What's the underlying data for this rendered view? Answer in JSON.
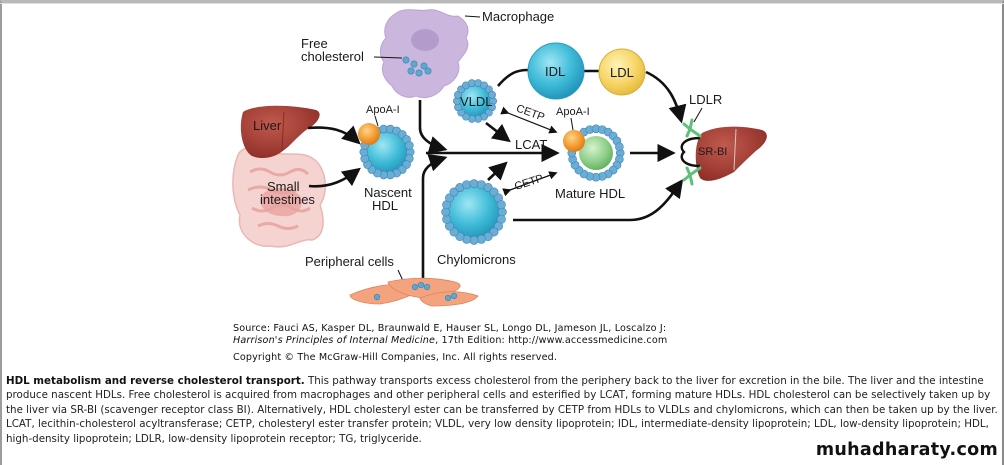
{
  "figure": {
    "title": "HDL metabolism and reverse cholesterol transport",
    "labels": {
      "macrophage": "Macrophage",
      "free_cholesterol_line1": "Free",
      "free_cholesterol_line2": "cholesterol",
      "liver": "Liver",
      "small_intestines_line1": "Small",
      "small_intestines_line2": "intestines",
      "apoa1_nascent": "ApoA-I",
      "nascent_hdl_line1": "Nascent",
      "nascent_hdl_line2": "HDL",
      "vldl": "VLDL",
      "idl": "IDL",
      "ldl": "LDL",
      "ldlr": "LDLR",
      "srbi": "SR-BI",
      "cetp_top": "CETP",
      "cetp_bottom": "CETP",
      "lcat": "LCAT",
      "apoa1_mature": "ApoA-I",
      "mature_hdl": "Mature HDL",
      "chylomicrons": "Chylomicrons",
      "peripheral_cells": "Peripheral cells"
    },
    "colors": {
      "lipoprotein_cyan": "#3fbcd8",
      "lipoprotein_border": "#5d9fc9",
      "ldl_yellow": "#f6d565",
      "apoa1_orange": "#f29a2e",
      "mature_core_green": "#8fcf8a",
      "liver_red": "#a23a32",
      "macrophage_purple": "#c9b5dc",
      "receptor_green": "#5fc07a",
      "peripheral_salmon": "#f3a37e",
      "intestine_pink": "#f2c6c2"
    }
  },
  "source": {
    "prefix": "Source: Fauci AS, Kasper DL, Braunwald E, Hauser SL, Longo DL, Jameson JL, Loscalzo J:",
    "book_title": "Harrison's Principles of Internal Medicine",
    "edition_text": ", 17th Edition: http://www.accessmedicine.com",
    "copyright": "Copyright © The McGraw-Hill Companies, Inc. All rights reserved."
  },
  "caption": {
    "bold_title": "HDL metabolism and reverse cholesterol transport.",
    "body": " This pathway transports excess cholesterol from the periphery back to the liver for excretion in the bile. The liver and the intestine produce nascent HDLs. Free cholesterol is acquired from macrophages and other peripheral cells and esterified by LCAT, forming mature HDLs. HDL cholesterol can be selectively taken up by the liver via SR-BI (scavenger receptor class BI). Alternatively, HDL cholesteryl ester can be transferred by CETP from HDLs to VLDLs and chylomicrons, which can then be taken up by the liver. LCAT, lecithin-cholesterol acyltransferase; CETP, cholesteryl ester transfer protein; VLDL, very low density lipoprotein; IDL, intermediate-density lipoprotein; LDL, low-density lipoprotein; HDL, high-density lipoprotein; LDLR, low-density lipoprotein receptor; TG, triglyceride."
  },
  "watermark": "muhadharaty.com"
}
